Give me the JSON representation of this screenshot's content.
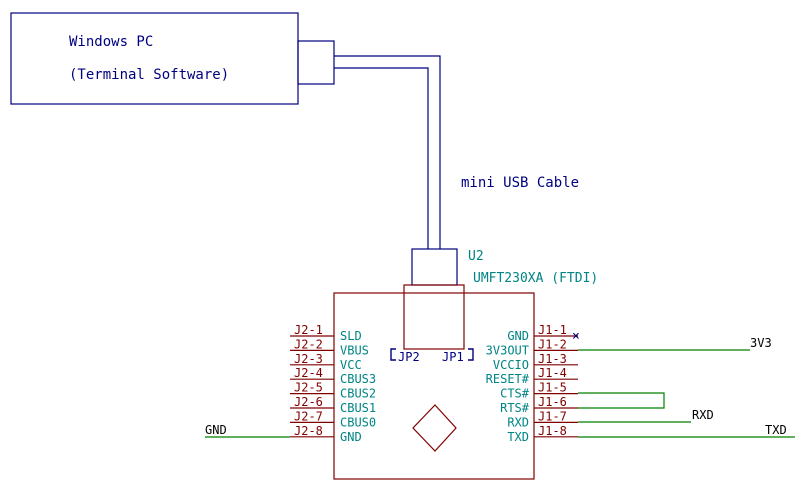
{
  "pc": {
    "line1": "Windows PC",
    "line2": "(Terminal Software)"
  },
  "cable_label": "mini USB Cable",
  "module": {
    "ref": "U2",
    "value": "UMFT230XA (FTDI)"
  },
  "jumpers": {
    "jp2": "JP2",
    "jp1": "JP1"
  },
  "left_pins": [
    {
      "pin": "J2-1",
      "name": "SLD"
    },
    {
      "pin": "J2-2",
      "name": "VBUS"
    },
    {
      "pin": "J2-3",
      "name": "VCC"
    },
    {
      "pin": "J2-4",
      "name": "CBUS3"
    },
    {
      "pin": "J2-5",
      "name": "CBUS2"
    },
    {
      "pin": "J2-6",
      "name": "CBUS1"
    },
    {
      "pin": "J2-7",
      "name": "CBUS0"
    },
    {
      "pin": "J2-8",
      "name": "GND"
    }
  ],
  "right_pins": [
    {
      "pin": "J1-1",
      "name": "GND"
    },
    {
      "pin": "J1-2",
      "name": "3V3OUT"
    },
    {
      "pin": "J1-3",
      "name": "VCCIO"
    },
    {
      "pin": "J1-4",
      "name": "RESET#"
    },
    {
      "pin": "J1-5",
      "name": "CTS#"
    },
    {
      "pin": "J1-6",
      "name": "RTS#"
    },
    {
      "pin": "J1-7",
      "name": "RXD"
    },
    {
      "pin": "J1-8",
      "name": "TXD"
    }
  ],
  "nets": {
    "gnd": "GND",
    "v3v3": "3V3",
    "rxd": "RXD",
    "txd": "TXD"
  },
  "no_connect": "×",
  "colors": {
    "outline": "#000080",
    "module": "#800000",
    "pin_label": "#008484",
    "wire": "#008000",
    "net": "#000000"
  }
}
